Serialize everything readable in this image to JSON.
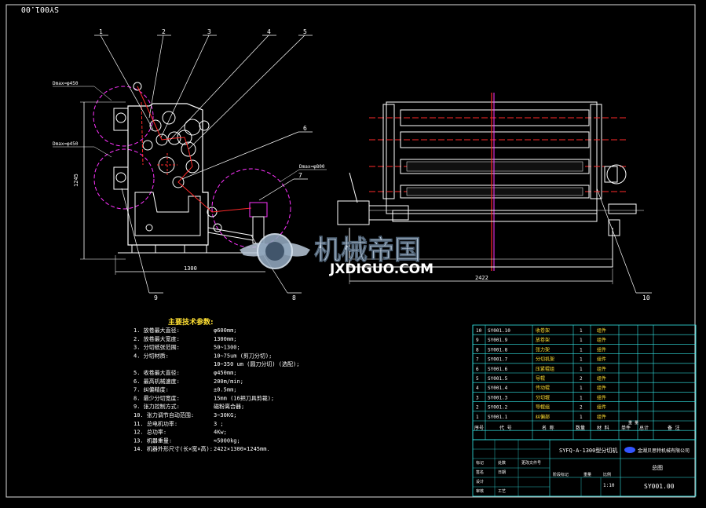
{
  "drawing_code_rotated": "SY001.00",
  "balloons": [
    "1",
    "2",
    "3",
    "4",
    "5",
    "6",
    "7",
    "8",
    "9",
    "10"
  ],
  "callouts": {
    "dmax_upper": "Dmax=φ450",
    "dmax_lower": "Dmax=φ450",
    "dmax_right": "Dmax=φ800"
  },
  "dimensions": {
    "height": "1245",
    "width_left": "1300",
    "width_right": "2422"
  },
  "watermark": {
    "cn": "机械帝国",
    "en": "JXDIGUO.COM"
  },
  "tech": {
    "title": "主要技术参数:",
    "rows": [
      {
        "label": "1. 放卷最大直径:",
        "value": "φ600mm;"
      },
      {
        "label": "2. 放卷最大宽度:",
        "value": "1300mm;"
      },
      {
        "label": "3. 分切纸张范围:",
        "value": "50~1300;"
      },
      {
        "label": "4. 分切材质:",
        "value": "10~75um (剪刀分切);"
      },
      {
        "label": "",
        "value": "10~350 um (圆刀分切) (选配);"
      },
      {
        "label": "5. 收卷最大直径:",
        "value": "φ450mm;"
      },
      {
        "label": "6. 最高机械速度:",
        "value": "200m/min;"
      },
      {
        "label": "7. 纠偏精度:",
        "value": "±0.5mm;"
      },
      {
        "label": "8. 最少分切宽度:",
        "value": "15mm (16把刀具剪裁);"
      },
      {
        "label": "9. 张力控制方式:",
        "value": "磁粉离合器;"
      },
      {
        "label": "10. 张力调节自动范围:",
        "value": "3~30KG;"
      },
      {
        "label": "11. 总电机功率:",
        "value": "3 ;"
      },
      {
        "label": "12. 总功率:",
        "value": "4Kw;"
      },
      {
        "label": "13. 机器重量:",
        "value": "≈5000kg;"
      },
      {
        "label": "14. 机器外形尺寸(长×宽×高):",
        "value": "2422×1300×1245mm."
      }
    ]
  },
  "bom": {
    "header": [
      "序号",
      "代 号",
      "名 称",
      "数量",
      "材 料",
      "单件",
      "总计",
      "备 注"
    ],
    "weight_label": "重 量",
    "rows": [
      {
        "no": "10",
        "code": "SY001.10",
        "name": "收卷架",
        "qty": "1",
        "mat": "组件"
      },
      {
        "no": "9",
        "code": "SY001.9",
        "name": "放卷架",
        "qty": "1",
        "mat": "组件"
      },
      {
        "no": "8",
        "code": "SY001.8",
        "name": "张力架",
        "qty": "1",
        "mat": "组件"
      },
      {
        "no": "7",
        "code": "SY001.7",
        "name": "分切机架",
        "qty": "1",
        "mat": "组件"
      },
      {
        "no": "6",
        "code": "SY001.6",
        "name": "压紧辊组",
        "qty": "1",
        "mat": "组件"
      },
      {
        "no": "5",
        "code": "SY001.5",
        "name": "导辊",
        "qty": "2",
        "mat": "组件"
      },
      {
        "no": "4",
        "code": "SY001.4",
        "name": "传动辊",
        "qty": "1",
        "mat": "组件"
      },
      {
        "no": "3",
        "code": "SY001.3",
        "name": "分切辊",
        "qty": "1",
        "mat": "组件"
      },
      {
        "no": "2",
        "code": "SY001.2",
        "name": "导辊组",
        "qty": "2",
        "mat": "组件"
      },
      {
        "no": "1",
        "code": "SY001.1",
        "name": "纠偏部",
        "qty": "1",
        "mat": "组件"
      }
    ]
  },
  "title_block": {
    "product": "SYFQ-A-1300型分切机",
    "company": "金湖贝思特机械有限公司",
    "drawing_name": "总图",
    "drawing_code": "SY001.00",
    "scale": "1:10",
    "labels": [
      "标记",
      "处数",
      "更改文件号",
      "签名",
      "日期",
      "设计",
      "审核",
      "工艺",
      "阶段标记",
      "重量",
      "比例"
    ]
  },
  "colors": {
    "line": "#ffffff",
    "cyan": "#33e6e6",
    "red": "#ff2a2a",
    "magenta": "#ff33ff",
    "green": "#33ff55",
    "yellow": "#ffe033",
    "frame": "#55ffff"
  }
}
